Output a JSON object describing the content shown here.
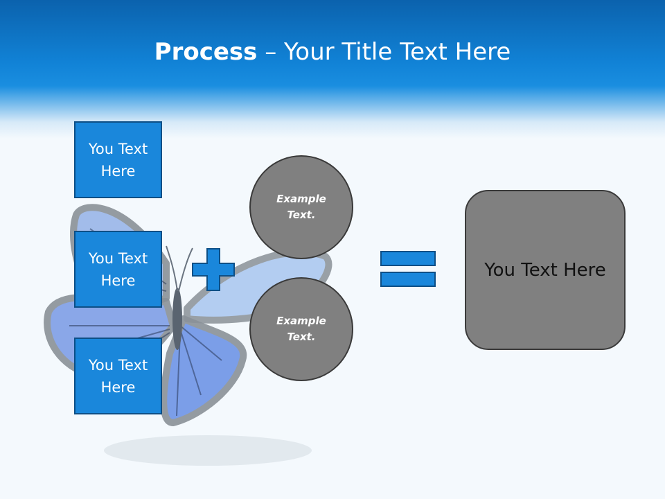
{
  "header": {
    "title_bold": "Process",
    "title_sep": " – ",
    "title_rest": "Your Title Text Here"
  },
  "boxes": [
    {
      "label": "You Text Here"
    },
    {
      "label": "You Text Here"
    },
    {
      "label": "You Text Here"
    }
  ],
  "circles": [
    {
      "label": "Example Text."
    },
    {
      "label": "Example Text."
    }
  ],
  "operators": {
    "plus": "plus-icon",
    "equals": "equals-icon"
  },
  "result": {
    "label": "You Text Here"
  },
  "colors": {
    "accent": "#1a87db",
    "header": "#1182d6",
    "shape_gray": "#808080"
  }
}
